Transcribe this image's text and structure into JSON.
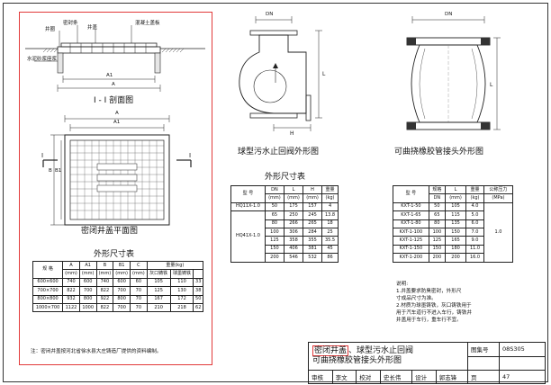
{
  "section_view": {
    "labels": [
      "密封条",
      "井盖",
      "混凝土盖板",
      "井圈",
      "水泥砂浆座浆"
    ],
    "dim_a1": "A1",
    "dim_a": "A",
    "title": "I - I 剖面图"
  },
  "plan_view": {
    "dim_a": "A",
    "dim_a1": "A1",
    "dim_b": "B",
    "dim_b1": "B1",
    "cut_mark": "I",
    "title": "密闭井盖平面图"
  },
  "left_table": {
    "title": "外形尺寸表",
    "header_top": [
      "规 格",
      "A",
      "A1",
      "B",
      "B1",
      "C",
      "重量(kg)"
    ],
    "header_units": [
      "(mm)",
      "(mm)",
      "(mm)",
      "(mm)",
      "(mm)"
    ],
    "weight_cols": [
      "灰口铸铁",
      "球墨铸铁"
    ],
    "rows": [
      [
        "600×600",
        "740",
        "600",
        "740",
        "600",
        "60",
        "105",
        "110",
        "33"
      ],
      [
        "700×700",
        "822",
        "700",
        "822",
        "700",
        "70",
        "125",
        "130",
        "38"
      ],
      [
        "800×800",
        "932",
        "800",
        "922",
        "800",
        "70",
        "167",
        "172",
        "50"
      ],
      [
        "1000×700",
        "1122",
        "1000",
        "822",
        "700",
        "70",
        "210",
        "218",
        "62"
      ]
    ],
    "note": "注：密闭井盖按河北省徐水县大庄铸造厂提供的资料编制。"
  },
  "check_valve": {
    "dn": "DN",
    "l": "L",
    "h": "H",
    "title": "球型污水止回阀外形图",
    "table_title": "外形尺寸表",
    "header": [
      "型 号",
      "DN",
      "L",
      "H",
      "重量"
    ],
    "units": [
      "(mm)",
      "(mm)",
      "(mm)",
      "(kg)"
    ],
    "model_a": "HQ11X-1.0",
    "model_b": "HQ41X-1.0",
    "rows": [
      [
        "50",
        "175",
        "157",
        "4"
      ],
      [
        "65",
        "250",
        "245",
        "13.8"
      ],
      [
        "80",
        "266",
        "265",
        "18"
      ],
      [
        "100",
        "306",
        "284",
        "25"
      ],
      [
        "125",
        "358",
        "355",
        "35.5"
      ],
      [
        "150",
        "406",
        "381",
        "45"
      ],
      [
        "200",
        "546",
        "532",
        "86"
      ]
    ]
  },
  "rubber_joint": {
    "dn": "DN",
    "l": "L",
    "title": "可曲挠橡胶管接头外形图",
    "header": [
      "型 号",
      "规格",
      "L",
      "重量",
      "公称压力"
    ],
    "units": [
      "DN",
      "(mm)",
      "(kg)",
      "(MPa)"
    ],
    "pressure": "1.0",
    "rows": [
      [
        "KXT-1-50",
        "50",
        "105",
        "4.0"
      ],
      [
        "KXT-1-65",
        "65",
        "115",
        "5.0"
      ],
      [
        "KXT-1-80",
        "80",
        "135",
        "6.0"
      ],
      [
        "KXT-1-100",
        "100",
        "150",
        "7.0"
      ],
      [
        "KXT-1-125",
        "125",
        "165",
        "9.0"
      ],
      [
        "KXT-1-150",
        "150",
        "180",
        "11.0"
      ],
      [
        "KXT-1-200",
        "200",
        "200",
        "16.0"
      ]
    ],
    "notes": [
      "说明:",
      "1.井盖要求防臭密封，外形尺",
      "  寸成品尺寸为准。",
      "2.材质为球墨铸铁，灰口铸铁用于",
      "  用于汽车道行不进入车行，铸铁井",
      "  井盖用于车行，重车行不宜。"
    ]
  },
  "title_block": {
    "title_line1_a": "密闭井盖",
    "title_line1_b": "、球型污水止回阀",
    "title_line2": "可曲挠橡胶管接头外形图",
    "atlas_label": "图集号",
    "atlas_no": "08S305",
    "row2": [
      "审核",
      "李文",
      "校对",
      "史长伟",
      "设计",
      "郭志锋"
    ],
    "page_label": "页",
    "page_no": "47"
  }
}
